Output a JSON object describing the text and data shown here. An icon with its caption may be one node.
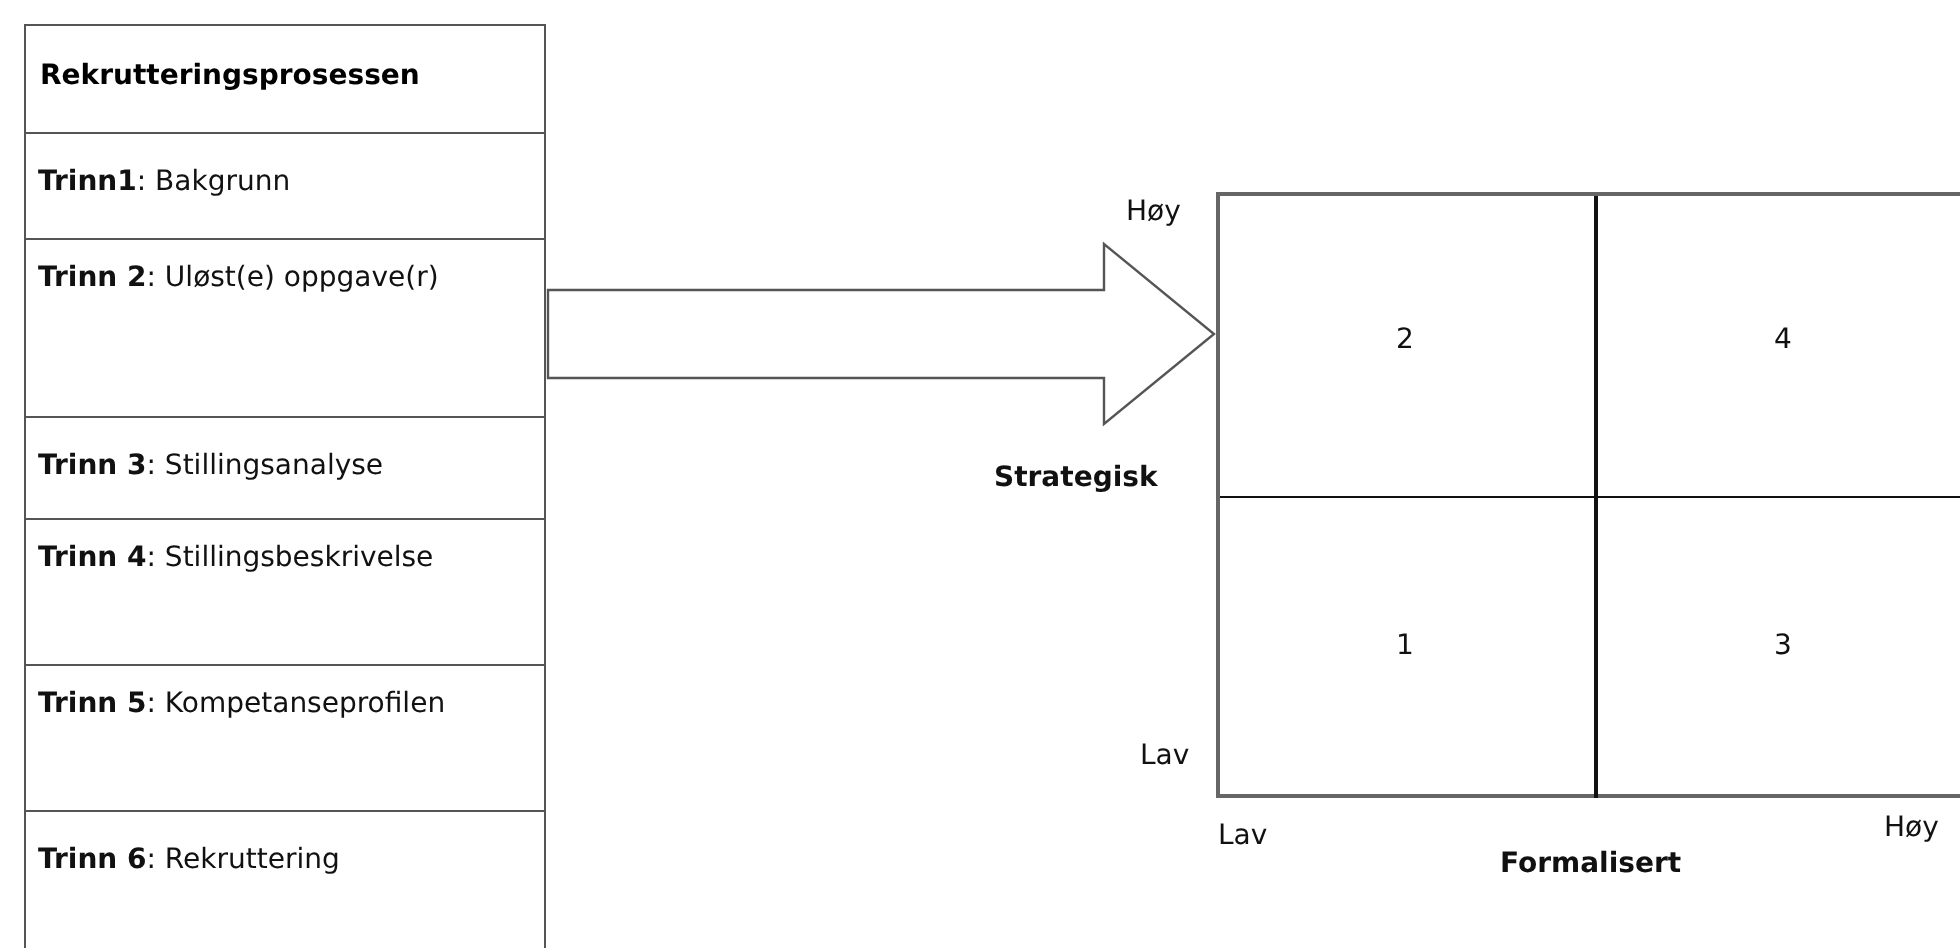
{
  "diagram": {
    "nodes": [
      {
        "text": [
          "Rekrutteringsprosessen"
        ]
      },
      {
        "text": [
          "**Trinn1**: Bakgrunn"
        ],
        "in": 0
      },
      {
        "text": [
          "**Trinn 2**: Uløst(e) oppgave(r)"
        ],
        "in": 0
      },
      {
        "text": [
          "**Trinn 3**: Stillingsanalyse"
        ],
        "in": 0
      },
      {
        "text": [
          "**Trinn 4**: Stillingsbeskrivelse"
        ],
        "in": 0
      },
      {
        "text": [
          "**Trinn 5**: Kompetanseprofilen"
        ],
        "in": 0
      },
      {
        "text": [
          "**Trinn 6**: Rekruttering"
        ],
        "in": 0
      },
      {
        "text": [],
        "shape": "box"
      },
      {
        "text": [
          "2"
        ],
        "in": 7
      },
      {
        "text": [
          "4"
        ],
        "in": 7
      },
      {
        "text": [
          "1"
        ],
        "in": 7
      },
      {
        "text": [
          "3"
        ],
        "in": 7
      }
    ],
    "edges": [
      {
        "from": 0,
        "to": 7,
        "arrow": "to"
      }
    ],
    "labels": [
      "Høy",
      "Strategisk",
      "Lav",
      "Lav",
      "Formalisert",
      "Høy"
    ]
  }
}
